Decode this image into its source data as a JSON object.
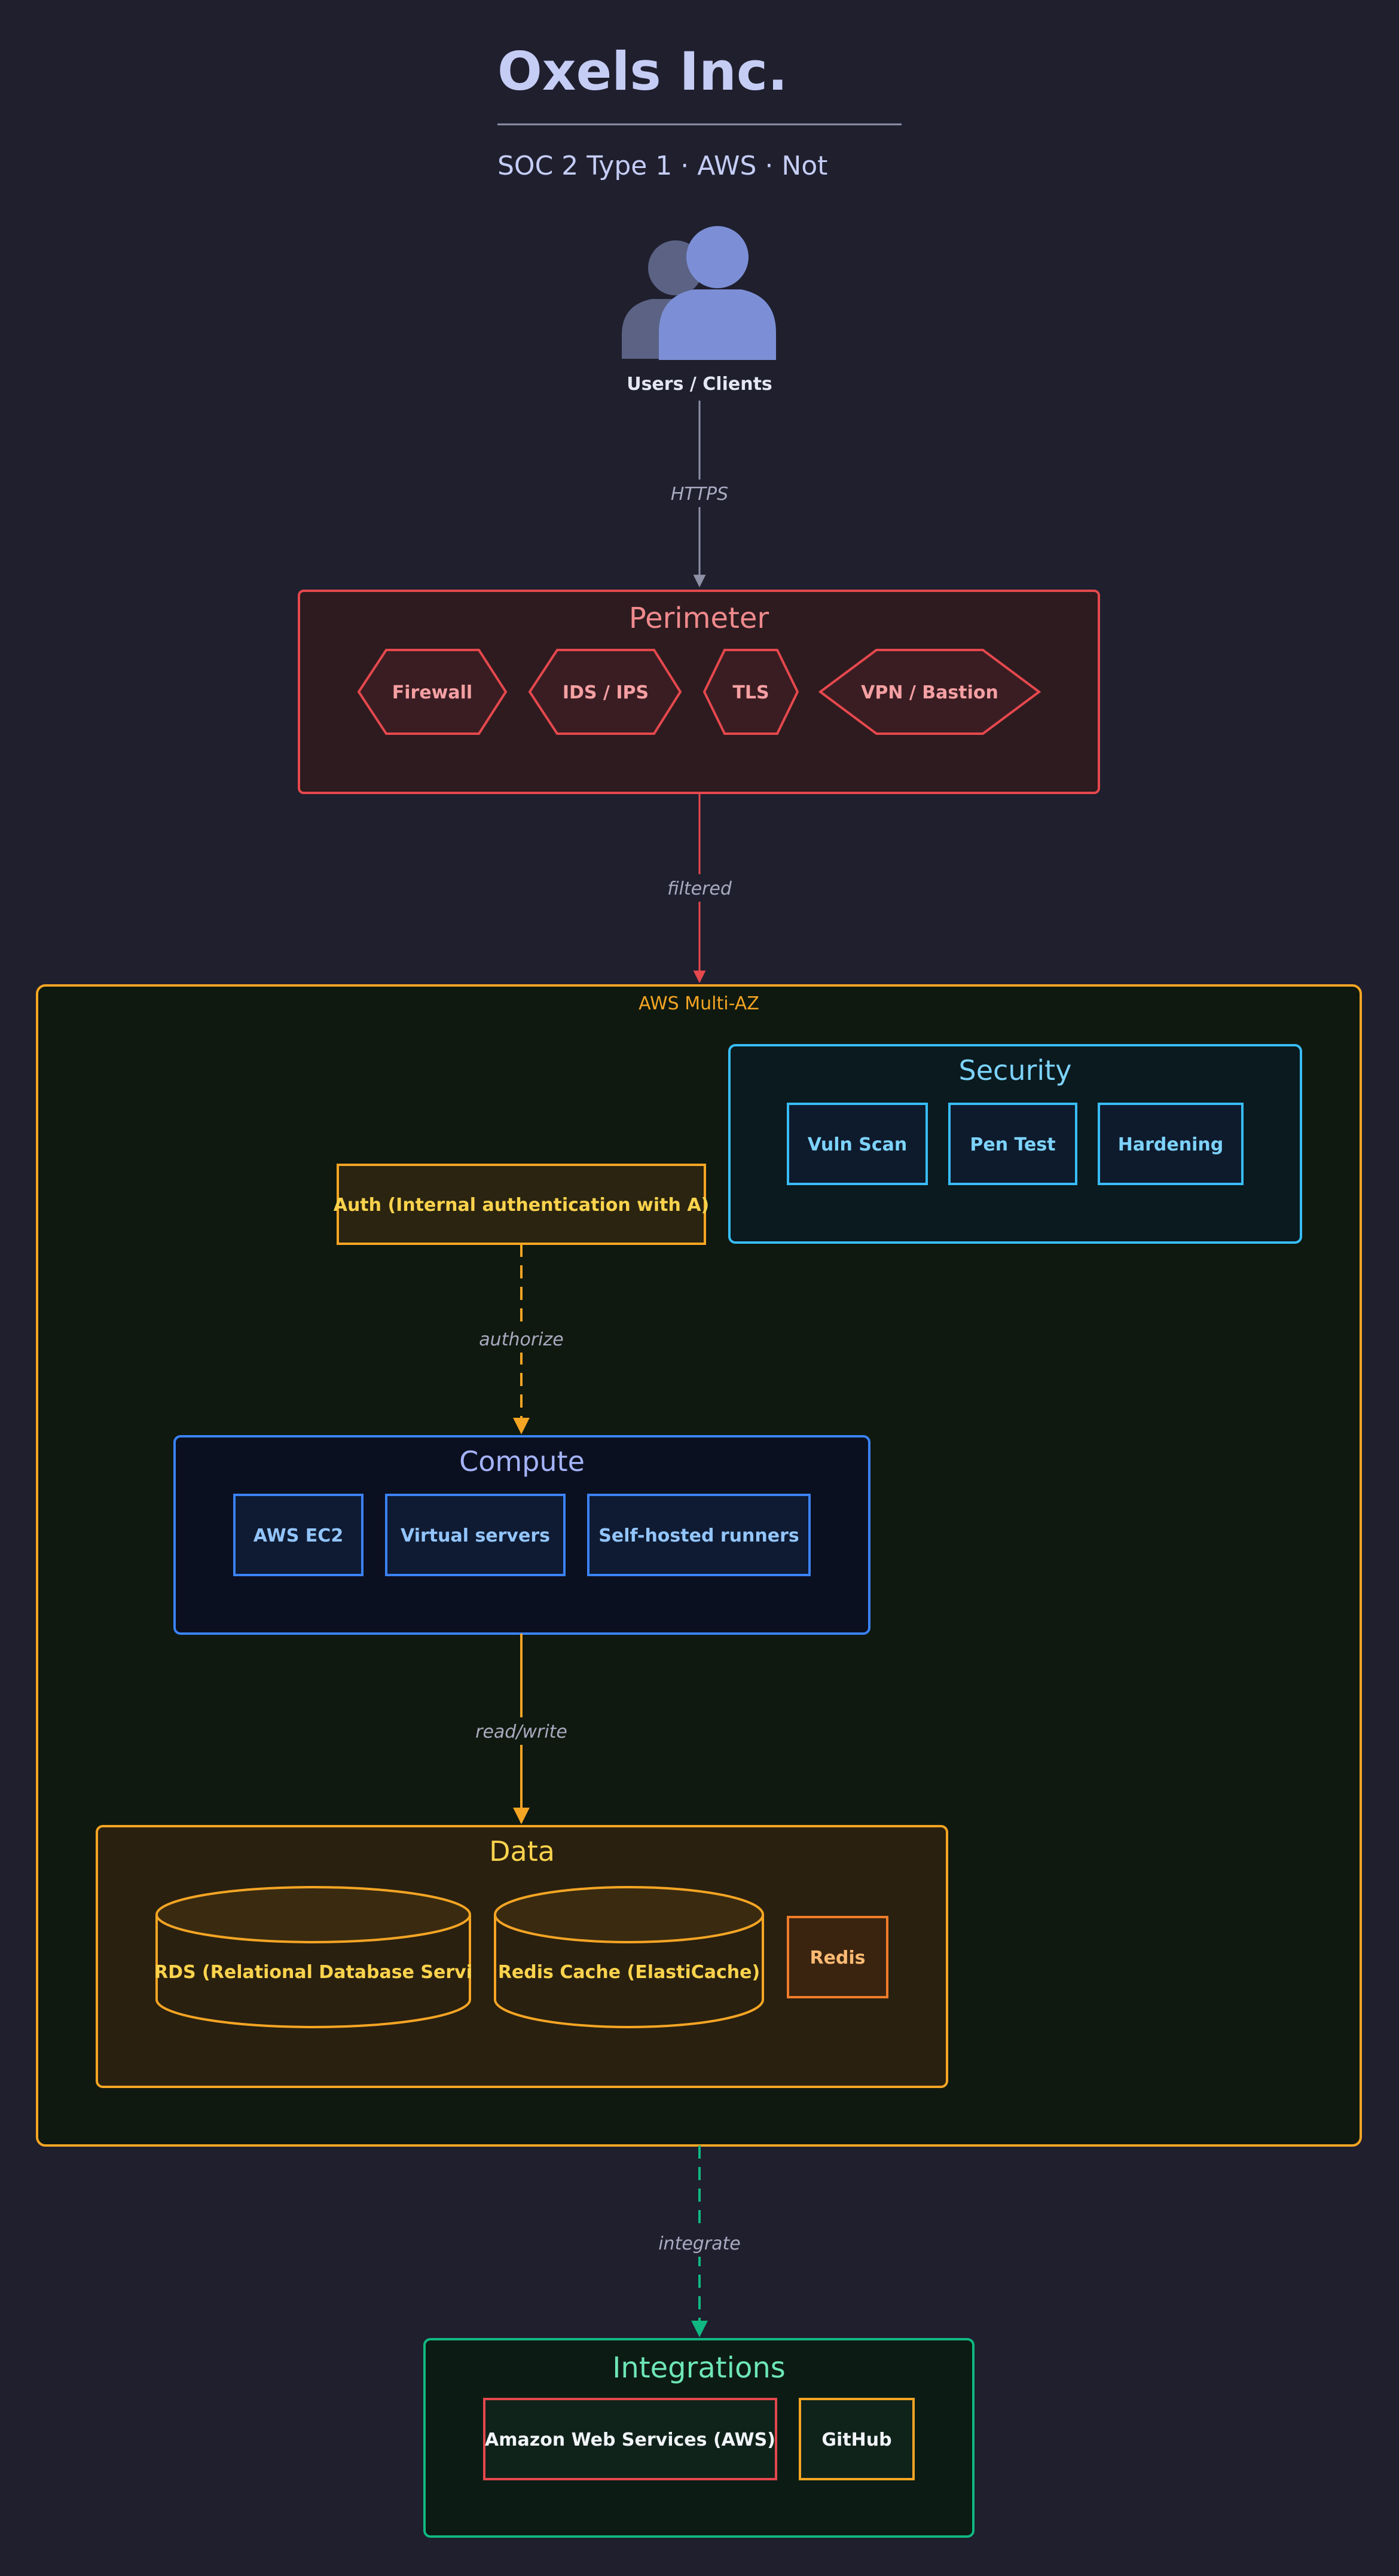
{
  "header": {
    "title": "Oxels Inc.",
    "subtitle": "SOC 2 Type 1 · AWS · Not"
  },
  "users": {
    "label": "Users / Clients"
  },
  "edges": {
    "https": "HTTPS",
    "filtered": "filtered",
    "authorize": "authorize",
    "readwrite": "read/write",
    "integrate": "integrate"
  },
  "perimeter": {
    "title": "Perimeter",
    "items": [
      "Firewall",
      "IDS / IPS",
      "TLS",
      "VPN / Bastion"
    ]
  },
  "aws": {
    "label": "AWS Multi-AZ"
  },
  "security": {
    "title": "Security",
    "items": [
      "Vuln Scan",
      "Pen Test",
      "Hardening"
    ]
  },
  "auth": {
    "label": "Auth (Internal authentication with A)"
  },
  "compute": {
    "title": "Compute",
    "items": [
      "AWS EC2",
      "Virtual servers",
      "Self-hosted runners"
    ]
  },
  "data": {
    "title": "Data",
    "items": [
      "RDS (Relational Database Servi",
      "Redis Cache (ElastiCache)",
      "Redis"
    ]
  },
  "integrations": {
    "title": "Integrations",
    "items": [
      "Amazon Web Services (AWS)",
      "GitHub"
    ]
  },
  "colors": {
    "background": "#1f1f2e",
    "perimeter": "#e5484d",
    "aws": "#f5a524",
    "security": "#38bdf8",
    "compute": "#3b82f6",
    "data": "#f5a524",
    "integrations": "#10b981",
    "muted": "#8e90a6"
  }
}
